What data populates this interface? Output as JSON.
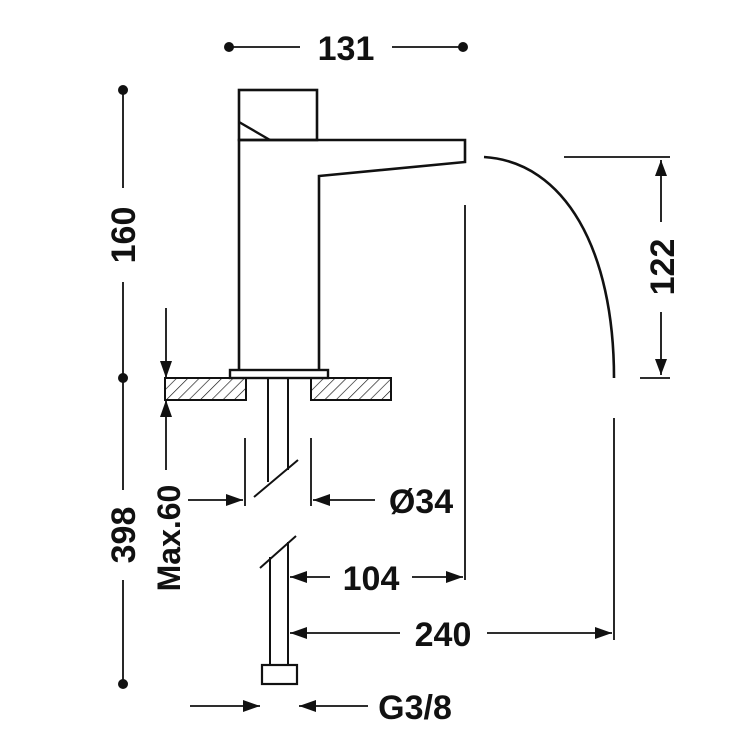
{
  "drawing": {
    "ink_color": "#111111",
    "background_color": "#ffffff",
    "dimensions": {
      "top_width": "131",
      "faucet_height": "160",
      "spout_drop": "122",
      "diameter": "Ø34",
      "spout_reach": "104",
      "total_reach": "240",
      "below_height": "398",
      "max_thickness": "Max.60",
      "connection": "G3/8"
    }
  }
}
